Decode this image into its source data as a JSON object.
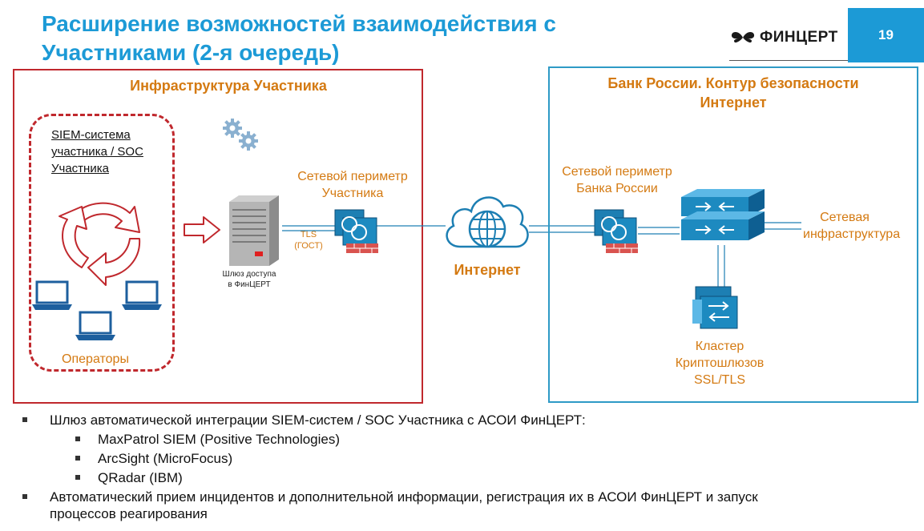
{
  "header": {
    "title": "Расширение возможностей  взаимодействия  с\nУчастниками (2-я очередь)",
    "logo_text": "ФИНЦЕРТ",
    "page_number": "19"
  },
  "participant": {
    "title": "Инфраструктура Участника",
    "siem_label": "SIEM-система\nучастника / SOC\nУчастника",
    "operators": "Операторы",
    "gateway_label_line1": "Шлюз доступа",
    "gateway_label_line2": "в ФинЦЕРТ",
    "perimeter_line1": "Сетевой периметр",
    "perimeter_line2": "Участника",
    "tls_line1": "TLS",
    "tls_line2": "(ГОСТ)"
  },
  "internet_label": "Интернет",
  "bank": {
    "title_line1": "Банк России. Контур безопасности",
    "title_line2": "Интернет",
    "perimeter_line1": "Сетевой периметр",
    "perimeter_line2": "Банка России",
    "network_line1": "Сетевая",
    "network_line2": "инфраструктура",
    "cluster_line1": "Кластер",
    "cluster_line2": "Криптошлюзов",
    "cluster_line3": "SSL/TLS"
  },
  "bullets": {
    "main1": "Шлюз автоматической интеграции SIEM-систем / SOC Участника с АСОИ ФинЦЕРТ:",
    "sub": [
      "MaxPatrol SIEM (Positive Technologies)",
      "ArcSight (MicroFocus)",
      "QRadar (IBM)"
    ],
    "main2_line1": "Автоматический прием инцидентов и дополнительной информации, регистрация их в АСОИ ФинЦЕРТ и запуск",
    "main2_line2": "процессов реагирования"
  },
  "colors": {
    "title_blue": "#1c9ad6",
    "participant_red": "#c0282d",
    "bank_blue": "#2e9ac6",
    "label_orange": "#d47a12"
  }
}
